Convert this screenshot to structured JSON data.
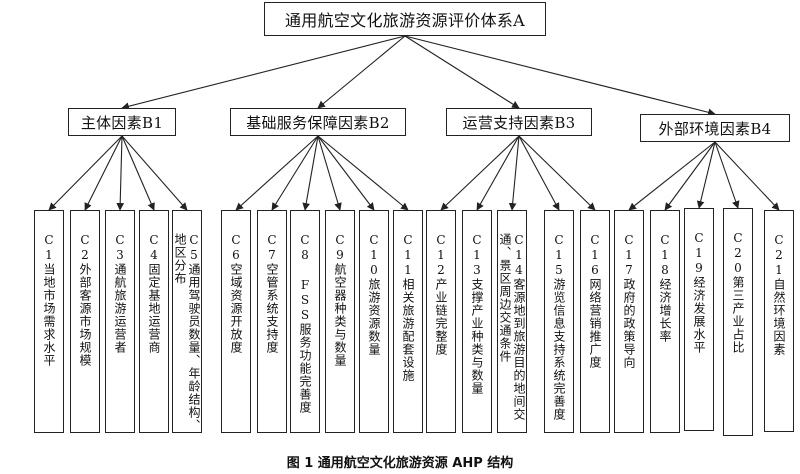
{
  "root": {
    "label": "通用航空文化旅游资源评价体系A"
  },
  "criteria": [
    {
      "id": "B1",
      "label": "主体因素B1"
    },
    {
      "id": "B2",
      "label": "基础服务保障因素B2"
    },
    {
      "id": "B3",
      "label": "运营支持因素B3"
    },
    {
      "id": "B4",
      "label": "外部环境因素B4"
    }
  ],
  "indicators": [
    {
      "label": "C1当地市场需求水平",
      "parent": "B1"
    },
    {
      "label": "C2外部客源市场规模",
      "parent": "B1"
    },
    {
      "label": "C3通航旅游运营者",
      "parent": "B1"
    },
    {
      "label": "C4固定基地运营商",
      "parent": "B1"
    },
    {
      "label": "C5通用驾驶员数量、年龄结构、地区分布",
      "parent": "B1"
    },
    {
      "label": "C6空域资源开放度",
      "parent": "B2"
    },
    {
      "label": "C7空管系统支持度",
      "parent": "B2"
    },
    {
      "label": "C8 FSS服务功能完善度",
      "parent": "B2"
    },
    {
      "label": "C9航空器种类与数量",
      "parent": "B2"
    },
    {
      "label": "C10旅游资源数量",
      "parent": "B2"
    },
    {
      "label": "C11相关旅游配套设施",
      "parent": "B2"
    },
    {
      "label": "C12产业链完整度",
      "parent": "B3"
    },
    {
      "label": "C13支撑产业种类与数量",
      "parent": "B3"
    },
    {
      "label": "C14客源地到旅游目的地间交通、景区周边交通条件",
      "parent": "B3"
    },
    {
      "label": "C15游览信息支持系统完善度",
      "parent": "B3"
    },
    {
      "label": "C16网络营销推广度",
      "parent": "B3"
    },
    {
      "label": "C17政府的政策导向",
      "parent": "B4"
    },
    {
      "label": "C18经济增长率",
      "parent": "B4"
    },
    {
      "label": "C19经济发展水平",
      "parent": "B4"
    },
    {
      "label": "C20第三产业占比",
      "parent": "B4"
    },
    {
      "label": "C21自然环境因素",
      "parent": "B4"
    }
  ],
  "caption": "图 1 通用航空文化旅游资源 AHP 结构"
}
